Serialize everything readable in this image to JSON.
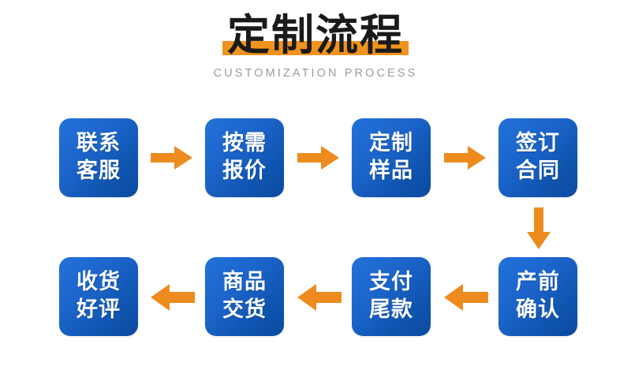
{
  "header": {
    "title": "定制流程",
    "subtitle": "CUSTOMIZATION PROCESS",
    "highlight_color": "#F0921E",
    "title_color": "#1a1a1a",
    "subtitle_color": "#9b9b9b"
  },
  "theme": {
    "background": "#ffffff",
    "box_gradient_start": "#2272DA",
    "box_gradient_end": "#0b4aa0",
    "arrow_color": "#ED8B1E",
    "box_text_color": "#ffffff"
  },
  "flow": {
    "steps": [
      {
        "index": 1,
        "line1": "联系",
        "line2": "客服"
      },
      {
        "index": 2,
        "line1": "按需",
        "line2": "报价"
      },
      {
        "index": 3,
        "line1": "定制",
        "line2": "样品"
      },
      {
        "index": 4,
        "line1": "签订",
        "line2": "合同"
      },
      {
        "index": 5,
        "line1": "产前",
        "line2": "确认"
      },
      {
        "index": 6,
        "line1": "支付",
        "line2": "尾款"
      },
      {
        "index": 7,
        "line1": "商品",
        "line2": "交货"
      },
      {
        "index": 8,
        "line1": "收货",
        "line2": "好评"
      }
    ],
    "connectors": [
      {
        "id": "arrow-1-2",
        "direction": "right"
      },
      {
        "id": "arrow-2-3",
        "direction": "right"
      },
      {
        "id": "arrow-3-4",
        "direction": "right"
      },
      {
        "id": "arrow-4-5",
        "direction": "down"
      },
      {
        "id": "arrow-5-6",
        "direction": "left"
      },
      {
        "id": "arrow-6-7",
        "direction": "left"
      },
      {
        "id": "arrow-7-8",
        "direction": "left"
      }
    ]
  }
}
